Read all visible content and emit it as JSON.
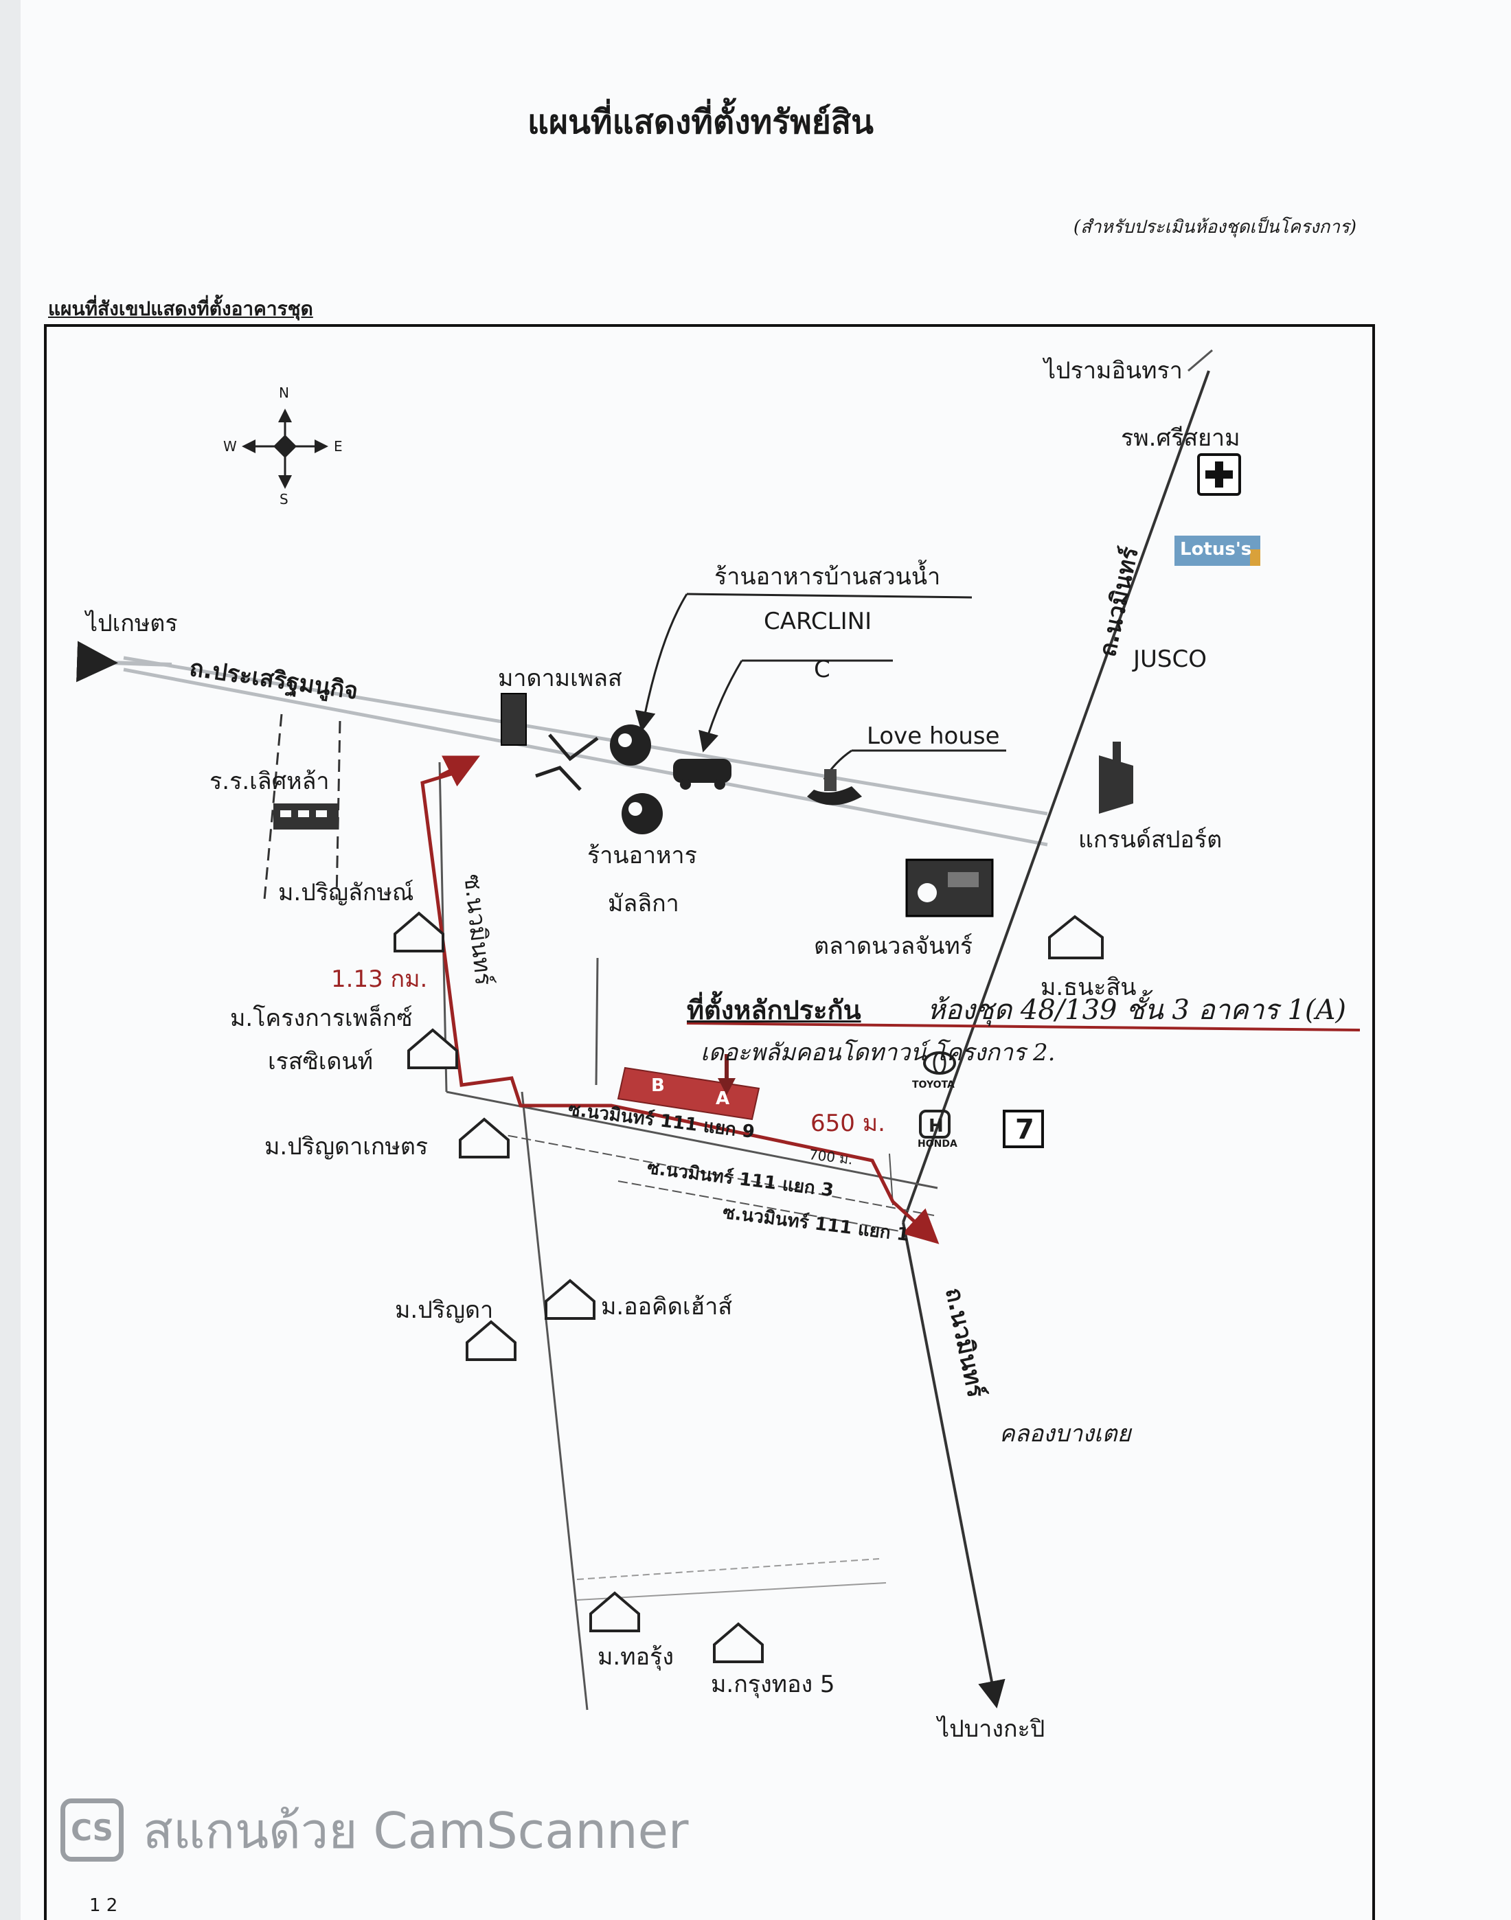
{
  "page": {
    "title": "แผนที่แสดงที่ตั้งทรัพย์สิน",
    "subtitle": "(สำหรับประเมินห้องชุดเป็นโครงการ)",
    "section_label": "แผนที่สังเขปแสดงที่ตั้งอาคารชุด",
    "footer_mark": "1 2"
  },
  "compass": {
    "n": "N",
    "s": "S",
    "e": "E",
    "w": "W"
  },
  "roads": {
    "main_road": "ถ.ประเสริฐมนูกิจ",
    "to_kaset": "ไปเกษตร",
    "nawamin_north": "ถ.นวมินทร์",
    "nawamin_south": "ถ.นวมินทร์",
    "to_ram_inthra": "ไปรามอินทรา",
    "to_bangkapi": "ไปบางกะปิ",
    "soi_nawamin": "ซ.นวมินทร์",
    "soi_9": "ซ.นวมินทร์ 111 แยก 9",
    "soi_3": "ซ.นวมินทร์ 111 แยก 3",
    "soi_1": "ซ.นวมินทร์ 111 แยก 1",
    "canal": "คลองบางเตย",
    "dist_soi": "700 ม."
  },
  "distances": {
    "west_route": "1.13 กม.",
    "east_route": "650 ม."
  },
  "landmarks": {
    "hospital": "รพ.ศรีสยาม",
    "lotus": "Lotus's",
    "jusco": "JUSCO",
    "restaurant_suan_nam": "ร้านอาหารบ้านสวนน้ำ",
    "carclinic_1": "CARCLINI",
    "carclinic_2": "C",
    "madam_place": "มาดามเพลส",
    "love_house": "Love house",
    "grand_sport": "แกรนด์สปอร์ต",
    "school": "ร.ร.เลิศหล้า",
    "restaurant_malika_1": "ร้านอาหาร",
    "restaurant_malika_2": "มัลลิกา",
    "market": "ตลาดนวลจันทร์",
    "parinya_lak": "ม.ปริญลักษณ์",
    "thanasin": "ม.ธนะสิน",
    "project_place_1": "ม.โครงการเพล็กซ์",
    "project_place_2": "เรสซิเดนท์",
    "parinda_kaset": "ม.ปริญดาเกษตร",
    "parinda": "ม.ปริญดา",
    "orchid_house": "ม.ออคิดเฮ้าส์",
    "thorung": "ม.ทอรุ้ง",
    "krungthong": "ม.กรุงทอง 5",
    "toyota": "TOYOTA",
    "honda": "HONDA",
    "seven": "7"
  },
  "collateral": {
    "label": "ที่ตั้งหลักประกัน",
    "handwritten_1": "ห้องชุด 48/139 ชั้น 3 อาคาร 1(A)",
    "handwritten_2": "เดอะพลัมคอนโดทาวน์ โครงการ 2.",
    "building_b": "B",
    "building_a": "A"
  },
  "watermark": {
    "logo": "CS",
    "text": "สแกนด้วย CamScanner"
  },
  "colors": {
    "route": "#9c2323",
    "building": "#b83a3a",
    "road_gray": "#b8bcc0"
  }
}
